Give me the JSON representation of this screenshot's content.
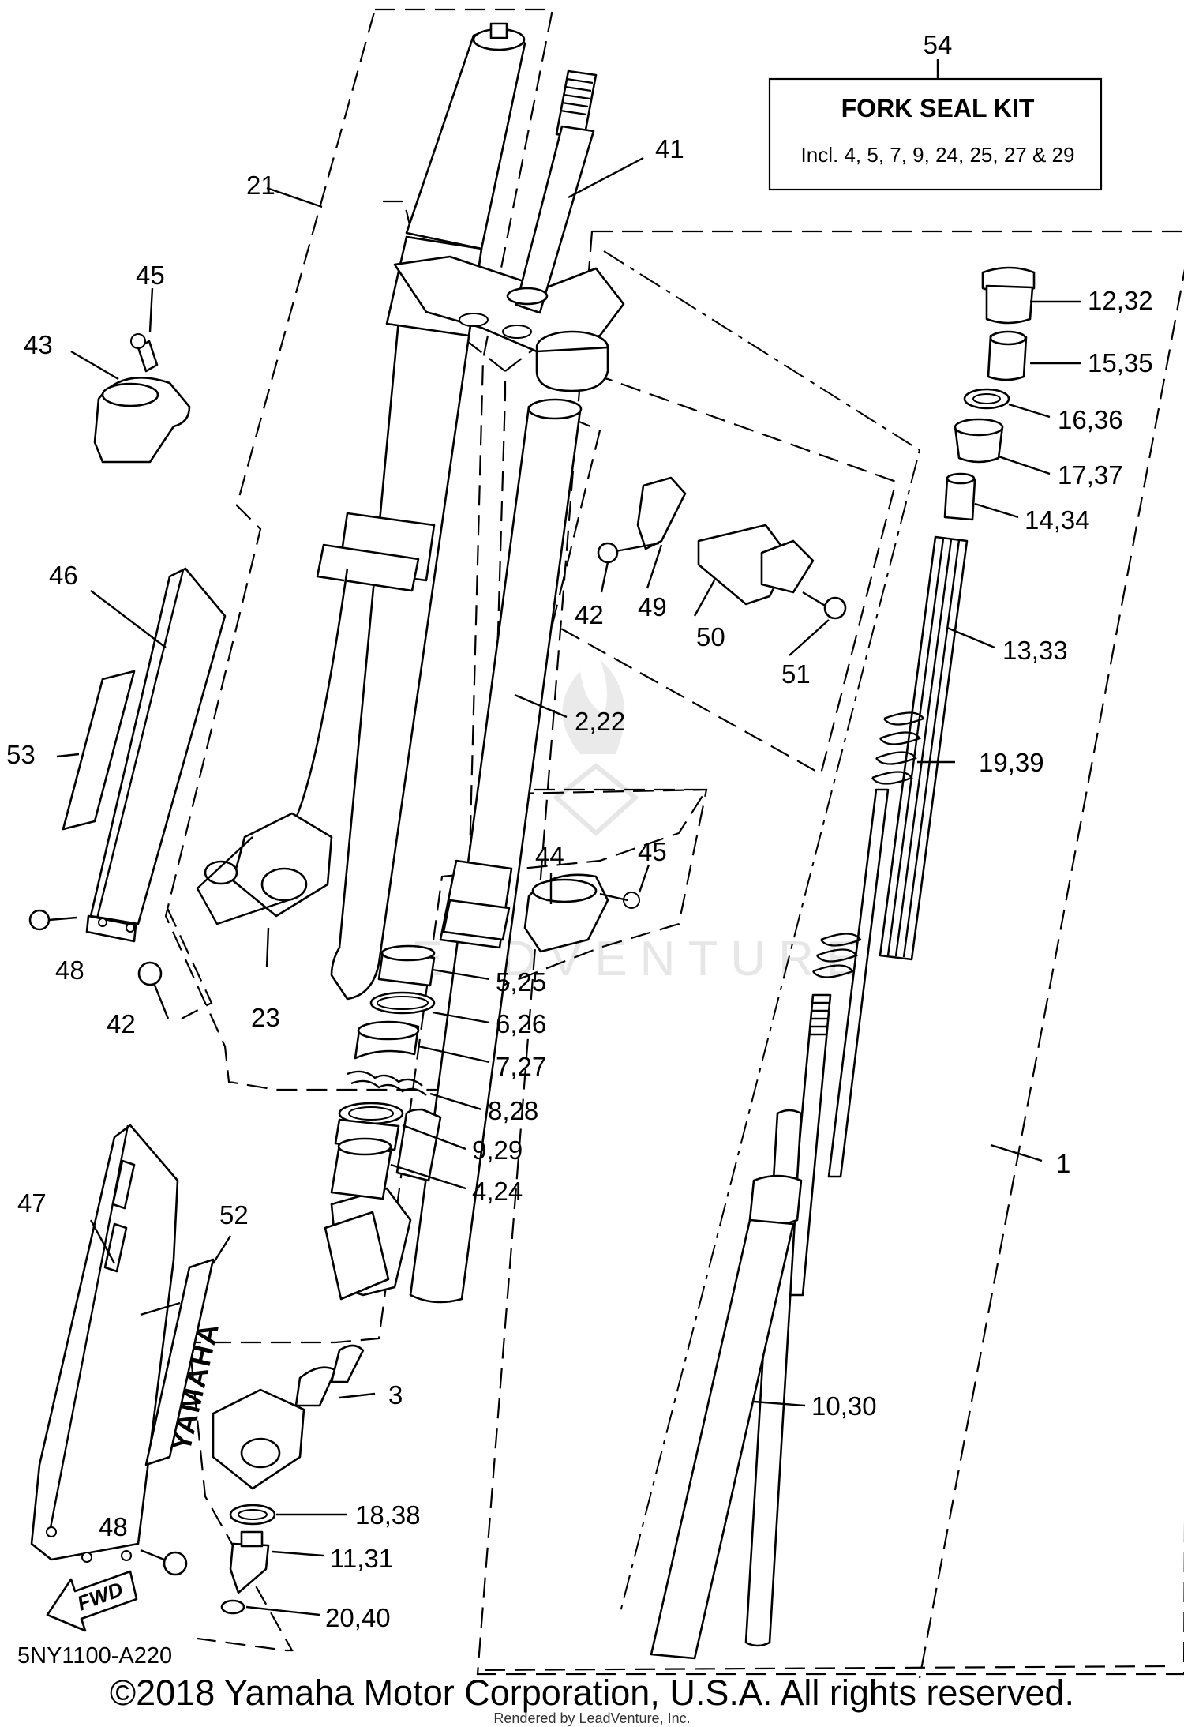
{
  "diagram": {
    "code": "5NY1100-A220",
    "copyright": "©2018 Yamaha Motor Corporation, U.S.A. All rights reserved.",
    "rendered_by": "Rendered by LeadVenture, Inc.",
    "watermark": "LEADVENTURE",
    "decal_text": "YAMAHA",
    "fwd_text": "FWD",
    "kit": {
      "number": "54",
      "title": "FORK SEAL KIT",
      "includes": "Incl. 4, 5, 7, 9, 24, 25, 27 & 29"
    },
    "callouts": [
      {
        "id": "c-21",
        "text": "21"
      },
      {
        "id": "c-41",
        "text": "41"
      },
      {
        "id": "c-45a",
        "text": "45"
      },
      {
        "id": "c-43",
        "text": "43"
      },
      {
        "id": "c-12-32",
        "text": "12,32"
      },
      {
        "id": "c-15-35",
        "text": "15,35"
      },
      {
        "id": "c-16-36",
        "text": "16,36"
      },
      {
        "id": "c-17-37",
        "text": "17,37"
      },
      {
        "id": "c-14-34",
        "text": "14,34"
      },
      {
        "id": "c-46",
        "text": "46"
      },
      {
        "id": "c-42a",
        "text": "42"
      },
      {
        "id": "c-49",
        "text": "49"
      },
      {
        "id": "c-50",
        "text": "50"
      },
      {
        "id": "c-51",
        "text": "51"
      },
      {
        "id": "c-13-33",
        "text": "13,33"
      },
      {
        "id": "c-53",
        "text": "53"
      },
      {
        "id": "c-2-22",
        "text": "2,22"
      },
      {
        "id": "c-19-39",
        "text": "19,39"
      },
      {
        "id": "c-44",
        "text": "44"
      },
      {
        "id": "c-45b",
        "text": "45"
      },
      {
        "id": "c-48a",
        "text": "48"
      },
      {
        "id": "c-42b",
        "text": "42"
      },
      {
        "id": "c-23",
        "text": "23"
      },
      {
        "id": "c-5-25",
        "text": "5,25"
      },
      {
        "id": "c-6-26",
        "text": "6,26"
      },
      {
        "id": "c-7-27",
        "text": "7,27"
      },
      {
        "id": "c-8-28",
        "text": "8,28"
      },
      {
        "id": "c-9-29",
        "text": "9,29"
      },
      {
        "id": "c-4-24",
        "text": "4,24"
      },
      {
        "id": "c-1",
        "text": "1"
      },
      {
        "id": "c-47",
        "text": "47"
      },
      {
        "id": "c-52",
        "text": "52"
      },
      {
        "id": "c-3",
        "text": "3"
      },
      {
        "id": "c-10-30",
        "text": "10,30"
      },
      {
        "id": "c-48b",
        "text": "48"
      },
      {
        "id": "c-18-38",
        "text": "18,38"
      },
      {
        "id": "c-11-31",
        "text": "11,31"
      },
      {
        "id": "c-20-40",
        "text": "20,40"
      }
    ]
  }
}
